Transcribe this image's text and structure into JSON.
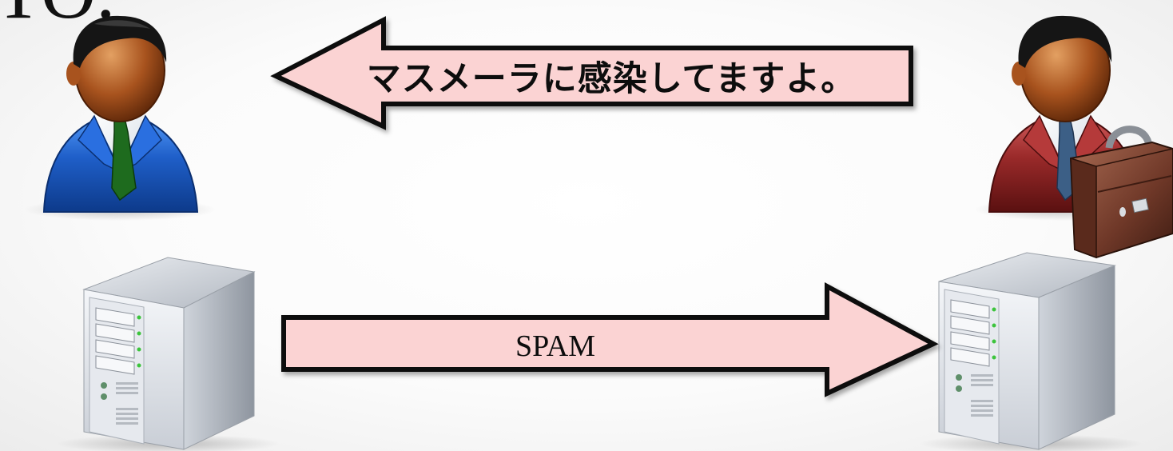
{
  "slide": {
    "title_fragment": "TO."
  },
  "arrows": {
    "message": "マスメーラに感染してますよ。",
    "spam": "SPAM"
  },
  "icons": {
    "left_user": "businessman-icon",
    "right_user": "businessman-with-briefcase-icon",
    "left_server": "server-tower-icon",
    "right_server": "server-tower-icon"
  },
  "colors": {
    "arrow_fill": "#fbd3d3",
    "arrow_stroke": "#0a0a0a",
    "left_suit": "#1f5fc9",
    "left_tie": "#1e6b1e",
    "right_suit": "#9a2a2a",
    "right_tie": "#3c5f86"
  }
}
